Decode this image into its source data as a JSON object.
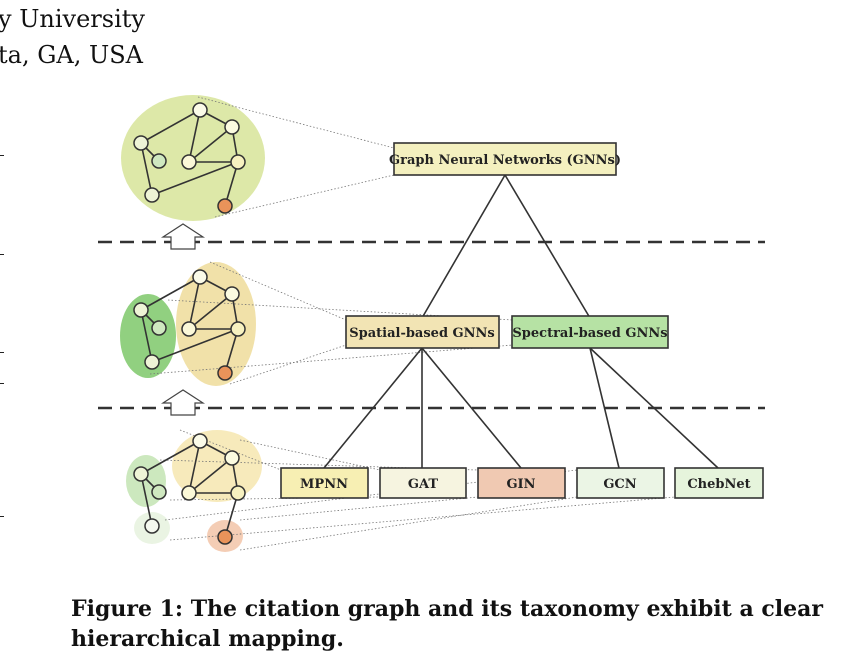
{
  "affiliation": {
    "line1": "y University",
    "line2": "ta, GA, USA"
  },
  "figure": {
    "root_label": "Graph Neural Networks (GNNs)",
    "mid_labels": [
      "Spatial-based GNNs",
      "Spectral-based GNNs"
    ],
    "leaf_labels": [
      "MPNN",
      "GAT",
      "GIN",
      "GCN",
      "ChebNet"
    ],
    "colors": {
      "root_fill": "#f4f0bf",
      "spatial_fill": "#f2e4b4",
      "spectral_fill": "#b6e2a4",
      "mpnn_fill": "#f7efb3",
      "gat_fill": "#f6f4e0",
      "gin_fill": "#f0c9b2",
      "gcn_fill": "#ebf5e5",
      "chebnet_fill": "#e6f4dc",
      "node_orange": "#e9935a",
      "node_green": "#cfe8c0"
    }
  },
  "caption": {
    "line1": "Figure 1: The citation graph and its taxonomy exhibit a clear",
    "line2": "hierarchical mapping."
  }
}
